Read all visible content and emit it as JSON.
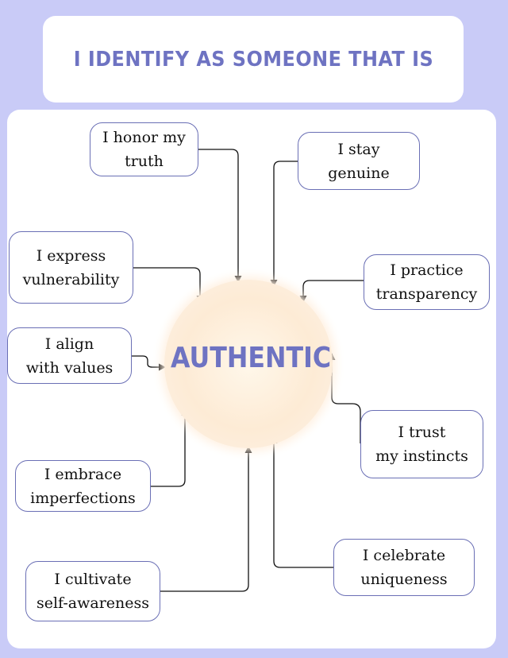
{
  "title": "I IDENTIFY AS SOMEONE THAT IS",
  "center": "AUTHENTIC",
  "nodes": [
    {
      "line1": "I honor my",
      "line2": "truth"
    },
    {
      "line1": "I stay",
      "line2": "genuine"
    },
    {
      "line1": "I express",
      "line2": "vulnerability"
    },
    {
      "line1": "I practice",
      "line2": "transparency"
    },
    {
      "line1": "I align",
      "line2": "with values"
    },
    {
      "line1": "I trust",
      "line2": "my instincts"
    },
    {
      "line1": "I embrace",
      "line2": "imperfections"
    },
    {
      "line1": "I celebrate",
      "line2": "uniqueness"
    },
    {
      "line1": "I cultivate",
      "line2": "self-awareness"
    }
  ],
  "colors": {
    "background": "#c9cbf7",
    "accent": "#6e73c2",
    "border": "#6a6fb5",
    "glow": "#fdebd5"
  }
}
